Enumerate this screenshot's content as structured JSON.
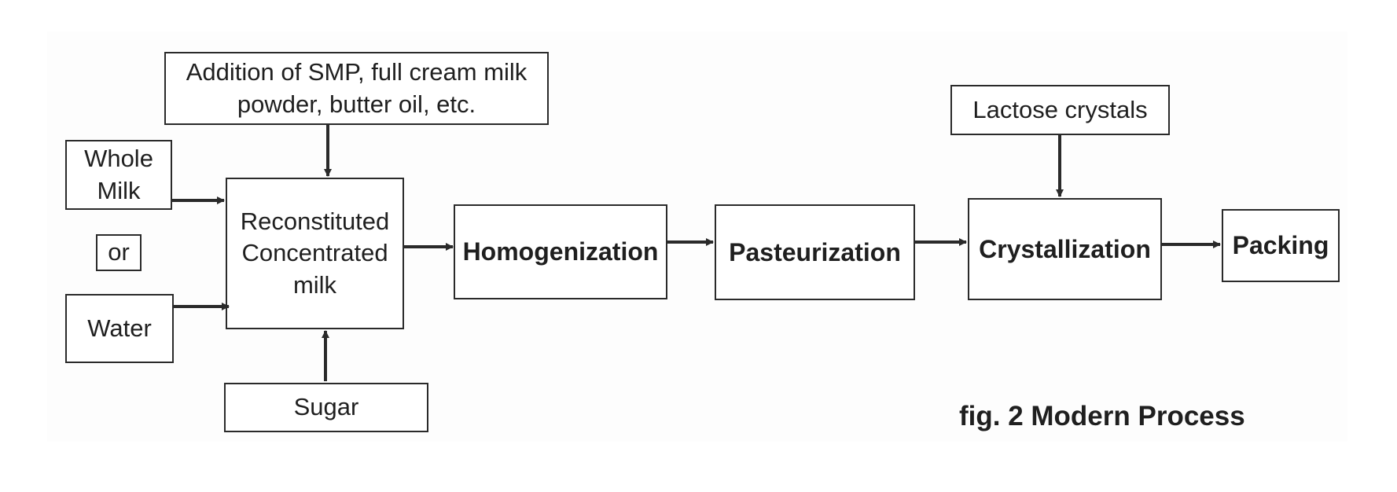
{
  "nodes": {
    "additives": "Addition of SMP, full cream milk\npowder, butter oil, etc.",
    "whole_milk": "Whole\nMilk",
    "or": "or",
    "water": "Water",
    "reconstituted": "Reconstituted\nConcentrated\nmilk",
    "sugar": "Sugar",
    "homogenization": "Homogenization",
    "pasteurization": "Pasteurization",
    "lactose": "Lactose crystals",
    "crystallization": "Crystallization",
    "packing": "Packing"
  },
  "caption": "fig. 2 Modern Process",
  "colors": {
    "line": "#2a2a2a",
    "text": "#1f1f1f"
  }
}
